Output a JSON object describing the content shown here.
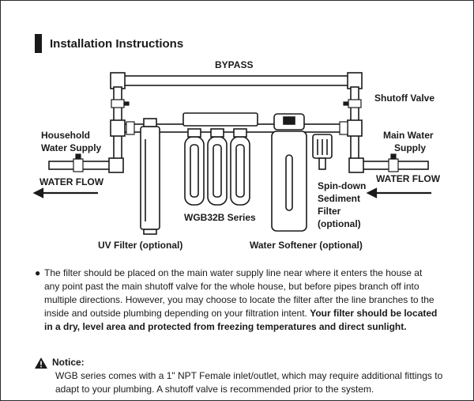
{
  "heading": {
    "title": "Installation Instructions"
  },
  "diagram": {
    "bypass": "BYPASS",
    "shutoff_valve": "Shutoff Valve",
    "household_line1": "Household",
    "household_line2": "Water Supply",
    "main_line1": "Main Water",
    "main_line2": "Supply",
    "water_flow_left": "WATER FLOW",
    "water_flow_right": "WATER FLOW",
    "filter_series": "WGB32B Series",
    "spin_line1": "Spin-down",
    "spin_line2": "Sediment",
    "spin_line3": "Filter",
    "spin_line4": "(optional)",
    "uv_filter": "UV Filter (optional)",
    "water_softener": "Water Softener (optional)"
  },
  "bullet": {
    "symbol": "●",
    "text": "The filter should be placed on the main water supply line near where it enters the house at any point past the main shutoff valve for the whole house, but before pipes branch off into multiple directions. However, you may choose to locate the filter after the line branches to the inside and outside plumbing depending on your filtration intent. ",
    "bold": "Your filter should be located in a dry, level area and protected from freezing temperatures and direct sunlight."
  },
  "notice": {
    "title": "Notice:",
    "body": "WGB series comes with a 1\" NPT Female inlet/outlet, which may require additional fittings to adapt to your plumbing. A shutoff valve is recommended prior to the system."
  }
}
